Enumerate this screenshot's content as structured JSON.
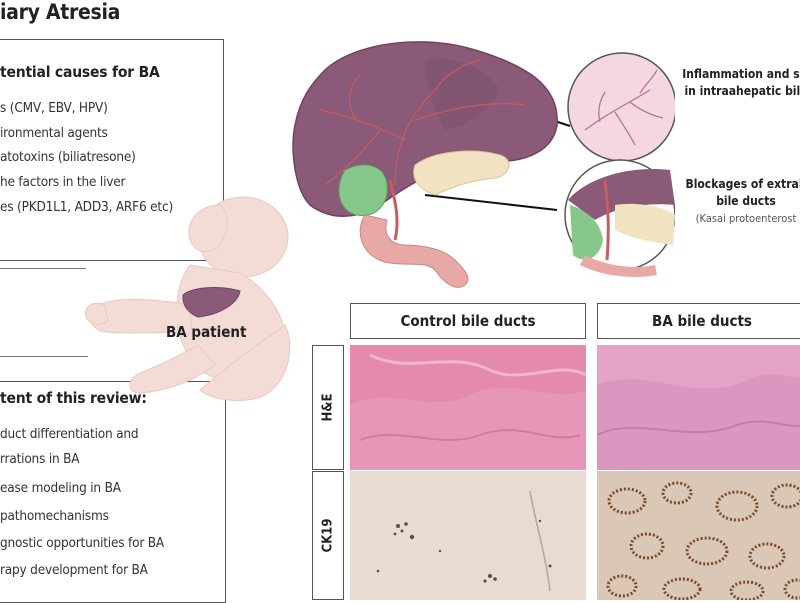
{
  "title": "iary Atresia",
  "causes": {
    "heading": "tential causes for BA",
    "items": [
      "s (CMV, EBV, HPV)",
      "ironmental agents",
      "atotoxins (biliatresone)",
      "he factors in the liver",
      "es (PKD1L1, ADD3, ARF6 etc)"
    ]
  },
  "patient_label": "BA patient",
  "content": {
    "heading": "tent of this review:",
    "items": [
      "duct differentiation and",
      "rrations in BA",
      "ease modeling in BA",
      "pathomechanisms",
      "gnostic opportunities for BA",
      "rapy development for BA"
    ]
  },
  "callouts": {
    "inflammation": [
      "Inflammation and scl",
      "in intraahepatic bile"
    ],
    "blockage": [
      "Blockages of extrah",
      "bile ducts"
    ],
    "blockage_sub": "(Kasai protoenterost"
  },
  "histology": {
    "columns": [
      "Control bile ducts",
      "BA bile ducts"
    ],
    "rows": [
      "H&E",
      "CK19"
    ]
  },
  "colors": {
    "liver": "#8a5a78",
    "liver_dark": "#6e4460",
    "gallbladder": "#86c88a",
    "pancreas": "#f1e2c2",
    "duodenum": "#e8a8a6",
    "baby_skin": "#f3dcd6",
    "he_stain": "#e591b2",
    "ck19_bg": "#e9dcd3",
    "ck19_stain": "#7a4a2b"
  }
}
